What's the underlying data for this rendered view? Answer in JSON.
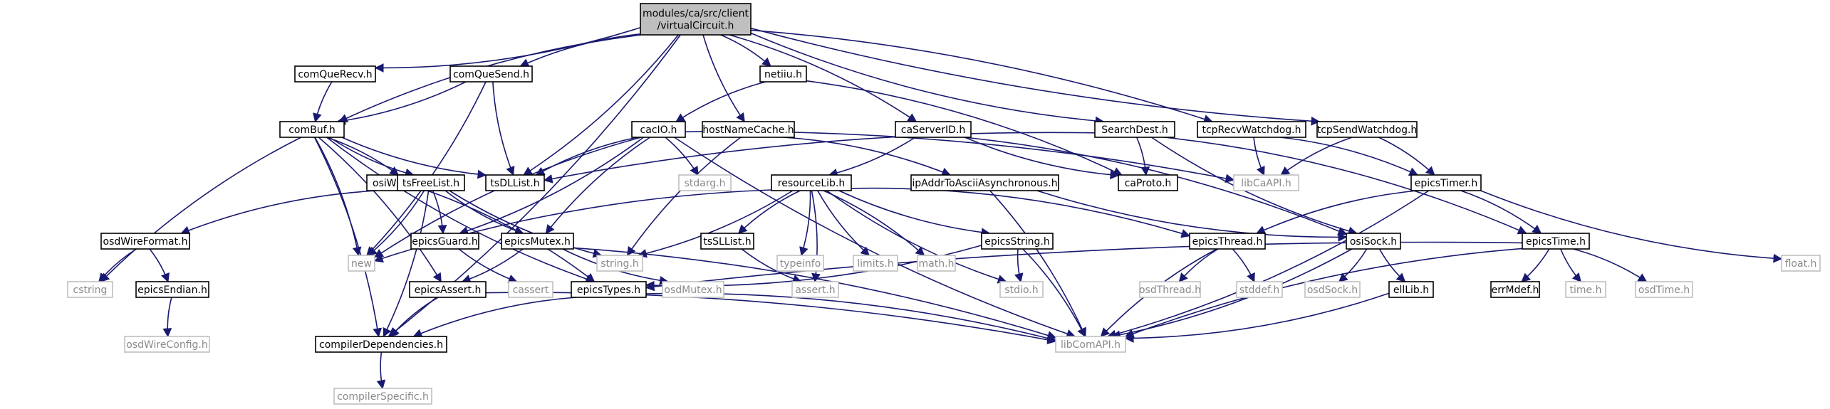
{
  "diagram": {
    "type": "include-dependency-graph",
    "colors": {
      "edge": "#191970",
      "internal_border": "#000000",
      "external_border": "#bfbfbf",
      "root_fill": "#bfbfbf"
    },
    "nodes": [
      {
        "id": "vc",
        "label": "modules/ca/src/client\n/virtualCircuit.h",
        "kind": "root"
      },
      {
        "id": "cqr",
        "label": "comQueRecv.h",
        "kind": "internal"
      },
      {
        "id": "cqs",
        "label": "comQueSend.h",
        "kind": "internal"
      },
      {
        "id": "netiiu",
        "label": "netiiu.h",
        "kind": "internal"
      },
      {
        "id": "cabuf",
        "label": "comBuf.h",
        "kind": "internal"
      },
      {
        "id": "cacio",
        "label": "cacIO.h",
        "kind": "internal"
      },
      {
        "id": "hnc",
        "label": "hostNameCache.h",
        "kind": "internal"
      },
      {
        "id": "casid",
        "label": "caServerID.h",
        "kind": "internal"
      },
      {
        "id": "sdest",
        "label": "SearchDest.h",
        "kind": "internal"
      },
      {
        "id": "trw",
        "label": "tcpRecvWatchdog.h",
        "kind": "internal"
      },
      {
        "id": "tsw",
        "label": "tcpSendWatchdog.h",
        "kind": "internal"
      },
      {
        "id": "osiwf",
        "label": "osiWireFormat.h",
        "kind": "internal"
      },
      {
        "id": "tsfl",
        "label": "tsFreeList.h",
        "kind": "internal"
      },
      {
        "id": "tsdl",
        "label": "tsDLList.h",
        "kind": "internal"
      },
      {
        "id": "stdarg",
        "label": "stdarg.h",
        "kind": "external"
      },
      {
        "id": "caproto",
        "label": "caProto.h",
        "kind": "internal"
      },
      {
        "id": "libca",
        "label": "libCaAPI.h",
        "kind": "external"
      },
      {
        "id": "etimer",
        "label": "epicsTimer.h",
        "kind": "internal"
      },
      {
        "id": "reslib",
        "label": "resourceLib.h",
        "kind": "internal"
      },
      {
        "id": "ipaddr",
        "label": "ipAddrToAsciiAsynchronous.h",
        "kind": "internal"
      },
      {
        "id": "osdwf",
        "label": "osdWireFormat.h",
        "kind": "internal"
      },
      {
        "id": "new",
        "label": "new",
        "kind": "external"
      },
      {
        "id": "eguard",
        "label": "epicsGuard.h",
        "kind": "internal"
      },
      {
        "id": "emutex",
        "label": "epicsMutex.h",
        "kind": "internal"
      },
      {
        "id": "string",
        "label": "string.h",
        "kind": "external"
      },
      {
        "id": "tssl",
        "label": "tsSLList.h",
        "kind": "internal"
      },
      {
        "id": "typeinfo",
        "label": "typeinfo",
        "kind": "external"
      },
      {
        "id": "limits",
        "label": "limits.h",
        "kind": "external"
      },
      {
        "id": "math",
        "label": "math.h",
        "kind": "external"
      },
      {
        "id": "estring",
        "label": "epicsString.h",
        "kind": "internal"
      },
      {
        "id": "ethread",
        "label": "epicsThread.h",
        "kind": "internal"
      },
      {
        "id": "osisock",
        "label": "osiSock.h",
        "kind": "internal"
      },
      {
        "id": "etime",
        "label": "epicsTime.h",
        "kind": "internal"
      },
      {
        "id": "float",
        "label": "float.h",
        "kind": "external"
      },
      {
        "id": "cstring",
        "label": "cstring",
        "kind": "external"
      },
      {
        "id": "eendian",
        "label": "epicsEndian.h",
        "kind": "internal"
      },
      {
        "id": "cassert",
        "label": "cassert",
        "kind": "external"
      },
      {
        "id": "eassert",
        "label": "epicsAssert.h",
        "kind": "internal"
      },
      {
        "id": "etypes",
        "label": "epicsTypes.h",
        "kind": "internal"
      },
      {
        "id": "osdmutex",
        "label": "osdMutex.h",
        "kind": "external"
      },
      {
        "id": "assert",
        "label": "assert.h",
        "kind": "external"
      },
      {
        "id": "stdio",
        "label": "stdio.h",
        "kind": "external"
      },
      {
        "id": "osdthread",
        "label": "osdThread.h",
        "kind": "external"
      },
      {
        "id": "stddef",
        "label": "stddef.h",
        "kind": "external"
      },
      {
        "id": "osdsock",
        "label": "osdSock.h",
        "kind": "external"
      },
      {
        "id": "elllib",
        "label": "ellLib.h",
        "kind": "internal"
      },
      {
        "id": "errmdef",
        "label": "errMdef.h",
        "kind": "internal"
      },
      {
        "id": "time",
        "label": "time.h",
        "kind": "external"
      },
      {
        "id": "osdtime",
        "label": "osdTime.h",
        "kind": "external"
      },
      {
        "id": "osdwc",
        "label": "osdWireConfig.h",
        "kind": "external"
      },
      {
        "id": "compdep",
        "label": "compilerDependencies.h",
        "kind": "internal"
      },
      {
        "id": "libcom",
        "label": "libComAPI.h",
        "kind": "external"
      },
      {
        "id": "compspec",
        "label": "compilerSpecific.h",
        "kind": "external"
      }
    ],
    "edges": [
      [
        "vc",
        "cqr"
      ],
      [
        "vc",
        "cqs"
      ],
      [
        "vc",
        "netiiu"
      ],
      [
        "vc",
        "cabuf"
      ],
      [
        "vc",
        "tsdl"
      ],
      [
        "vc",
        "hnc"
      ],
      [
        "vc",
        "casid"
      ],
      [
        "vc",
        "sdest"
      ],
      [
        "vc",
        "trw"
      ],
      [
        "vc",
        "tsw"
      ],
      [
        "vc",
        "compdep"
      ],
      [
        "cqr",
        "cabuf"
      ],
      [
        "cqs",
        "cabuf"
      ],
      [
        "cqs",
        "tsdl"
      ],
      [
        "cqs",
        "new"
      ],
      [
        "netiiu",
        "cacio"
      ],
      [
        "netiiu",
        "caproto"
      ],
      [
        "cabuf",
        "tsdl"
      ],
      [
        "cabuf",
        "osiwf"
      ],
      [
        "cabuf",
        "tsfl"
      ],
      [
        "cabuf",
        "new"
      ],
      [
        "cabuf",
        "cstring"
      ],
      [
        "cabuf",
        "eassert"
      ],
      [
        "cabuf",
        "etypes"
      ],
      [
        "cabuf",
        "compdep"
      ],
      [
        "cacio",
        "tsdl"
      ],
      [
        "cacio",
        "stdarg"
      ],
      [
        "cacio",
        "new"
      ],
      [
        "cacio",
        "eguard"
      ],
      [
        "cacio",
        "emutex"
      ],
      [
        "cacio",
        "libca"
      ],
      [
        "cacio",
        "libcom"
      ],
      [
        "hnc",
        "ipaddr"
      ],
      [
        "hnc",
        "string"
      ],
      [
        "casid",
        "reslib"
      ],
      [
        "casid",
        "caproto"
      ],
      [
        "casid",
        "osisock"
      ],
      [
        "sdest",
        "tsdl"
      ],
      [
        "sdest",
        "caproto"
      ],
      [
        "sdest",
        "osisock"
      ],
      [
        "sdest",
        "etime"
      ],
      [
        "trw",
        "libca"
      ],
      [
        "trw",
        "etimer"
      ],
      [
        "tsw",
        "libca"
      ],
      [
        "tsw",
        "etimer"
      ],
      [
        "osiwf",
        "osdwf"
      ],
      [
        "osiwf",
        "etypes"
      ],
      [
        "osdwf",
        "cstring"
      ],
      [
        "osdwf",
        "eendian"
      ],
      [
        "eendian",
        "osdwc"
      ],
      [
        "tsfl",
        "new"
      ],
      [
        "tsfl",
        "string"
      ],
      [
        "tsfl",
        "eguard"
      ],
      [
        "tsfl",
        "emutex"
      ],
      [
        "tsfl",
        "compdep"
      ],
      [
        "reslib",
        "new"
      ],
      [
        "reslib",
        "string"
      ],
      [
        "reslib",
        "tssl"
      ],
      [
        "reslib",
        "typeinfo"
      ],
      [
        "reslib",
        "limits"
      ],
      [
        "reslib",
        "math"
      ],
      [
        "reslib",
        "estring"
      ],
      [
        "reslib",
        "assert"
      ],
      [
        "reslib",
        "stdio"
      ],
      [
        "reslib",
        "ethread"
      ],
      [
        "ipaddr",
        "osisock"
      ],
      [
        "ipaddr",
        "libcom"
      ],
      [
        "etimer",
        "ethread"
      ],
      [
        "etimer",
        "etime"
      ],
      [
        "etimer",
        "float"
      ],
      [
        "etimer",
        "libcom"
      ],
      [
        "eguard",
        "cassert"
      ],
      [
        "emutex",
        "eassert"
      ],
      [
        "emutex",
        "osdmutex"
      ],
      [
        "emutex",
        "libcom"
      ],
      [
        "tssl",
        "assert"
      ],
      [
        "estring",
        "etypes"
      ],
      [
        "estring",
        "stdio"
      ],
      [
        "estring",
        "libcom"
      ],
      [
        "ethread",
        "osdthread"
      ],
      [
        "ethread",
        "stddef"
      ],
      [
        "ethread",
        "libcom"
      ],
      [
        "osisock",
        "osdsock"
      ],
      [
        "osisock",
        "elllib"
      ],
      [
        "osisock",
        "libcom"
      ],
      [
        "etime",
        "etypes"
      ],
      [
        "etime",
        "errmdef"
      ],
      [
        "etime",
        "time"
      ],
      [
        "etime",
        "osdtime"
      ],
      [
        "etime",
        "libcom"
      ],
      [
        "elllib",
        "libcom"
      ],
      [
        "eassert",
        "compdep"
      ],
      [
        "eassert",
        "libcom"
      ],
      [
        "etypes",
        "compdep"
      ],
      [
        "etypes",
        "libcom"
      ],
      [
        "compdep",
        "compspec"
      ]
    ]
  }
}
